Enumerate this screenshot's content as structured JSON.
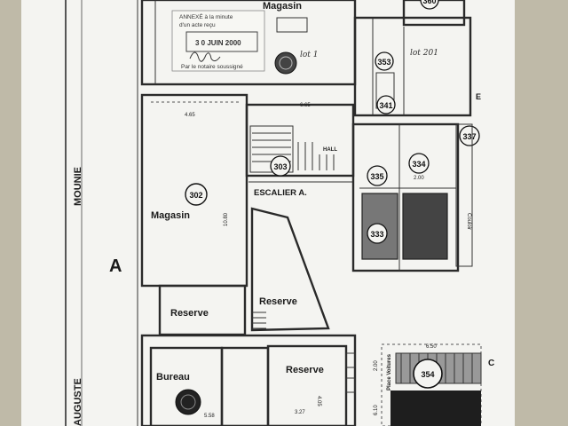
{
  "rooms": {
    "magasin_top": "Magasin",
    "magasin_main": "Magasin",
    "reserve_left": "Reserve",
    "reserve_mid": "Reserve",
    "reserve_bottom": "Reserve",
    "bureau": "Bureau",
    "escalier": "ESCALIER A.",
    "hall": "HALL"
  },
  "street": {
    "name_mounie": "MOUNIE",
    "name_auguste": "AUGUSTE",
    "letter_a": "A",
    "letter_c": "C",
    "letter_e": "E"
  },
  "lot_numbers": [
    "302",
    "303",
    "333",
    "334",
    "335",
    "337",
    "341",
    "353",
    "354",
    "360"
  ],
  "stamp": {
    "line1": "ANNEXÉ à la minute",
    "line2": "d'un acte reçu",
    "date": "3 0 JUIN 2000",
    "line3": "Par le notaire soussigné"
  },
  "handwriting": {
    "note1": "lot 1",
    "note2": "lot 201"
  },
  "dimensions": {
    "d1": "4.65",
    "d2": "6.65",
    "d3": "10.80",
    "d4": "5.58",
    "d5": "3.27",
    "d6": "4.05",
    "d7": "2.00",
    "d8": "6.50",
    "d9": "6.10",
    "d10": "2.00"
  },
  "parking": {
    "label": "Place Voitures"
  },
  "corridor": {
    "label": "Couloir"
  }
}
